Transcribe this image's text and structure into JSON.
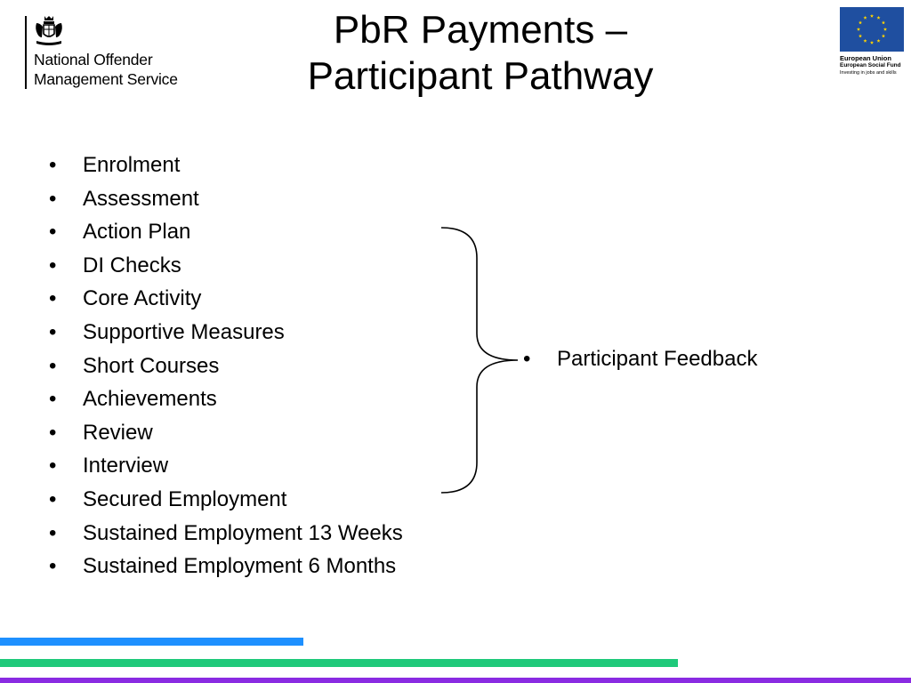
{
  "header": {
    "title_line1": "PbR Payments –",
    "title_line2": "Participant Pathway"
  },
  "noms_logo": {
    "line1": "National Offender",
    "line2": "Management Service",
    "crest_icon": "royal-coat-of-arms-icon"
  },
  "eu_logo": {
    "line1": "European Union",
    "line2": "European Social Fund",
    "line3": "Investing in jobs and skills",
    "flag_icon": "eu-flag-icon",
    "flag_color": "#1f4fa0",
    "star_color": "#ffd400"
  },
  "pathway": {
    "items": [
      "Enrolment",
      "Assessment",
      "Action Plan",
      "DI Checks",
      "Core Activity",
      "Supportive Measures",
      "Short Courses",
      "Achievements",
      "Review",
      "Interview",
      "Secured Employment",
      "Sustained Employment 13 Weeks",
      "Sustained Employment 6 Months"
    ],
    "bullet": "•"
  },
  "feedback": {
    "label": "Participant Feedback"
  },
  "footer": {
    "stripe_colors": {
      "blue": "#1e90ff",
      "green": "#1fc97a",
      "purple": "#8a2be2"
    }
  }
}
